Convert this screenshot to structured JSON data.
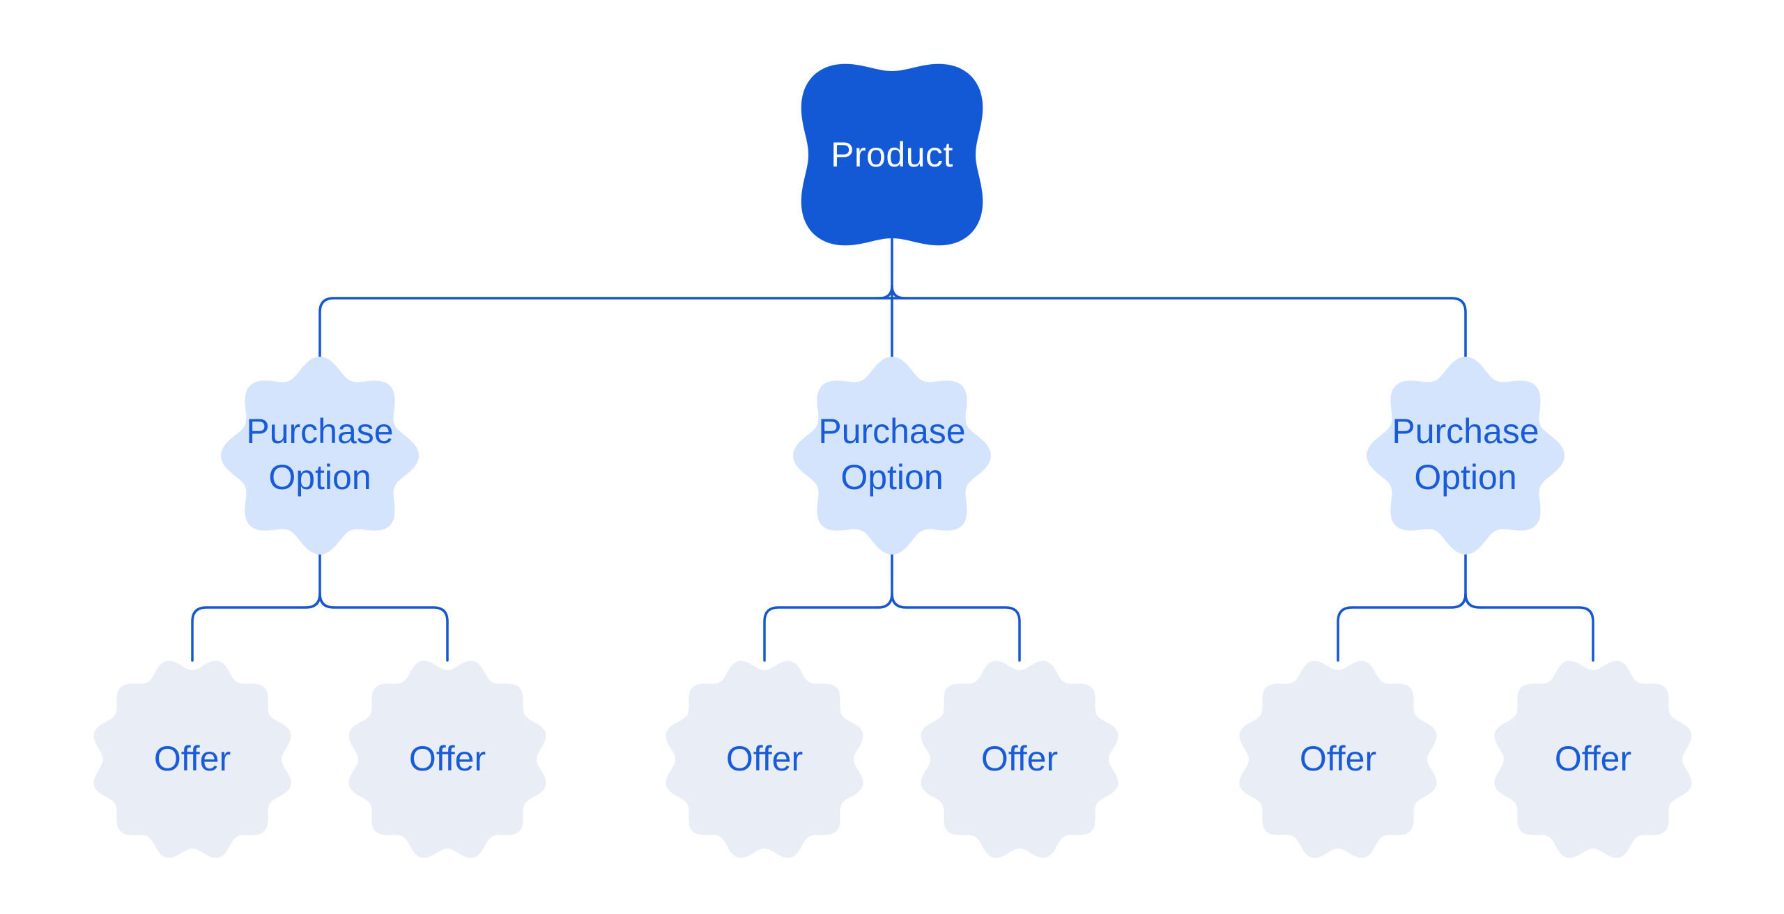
{
  "diagram": {
    "type": "tree",
    "root": {
      "label": "Product"
    },
    "purchase_options": [
      {
        "label": "Purchase Option",
        "offers": [
          {
            "label": "Offer"
          },
          {
            "label": "Offer"
          }
        ]
      },
      {
        "label": "Purchase Option",
        "offers": [
          {
            "label": "Offer"
          },
          {
            "label": "Offer"
          }
        ]
      },
      {
        "label": "Purchase Option",
        "offers": [
          {
            "label": "Offer"
          },
          {
            "label": "Offer"
          }
        ]
      }
    ],
    "colors": {
      "background": "#ffffff",
      "root_fill": "#1358d4",
      "root_text": "#ffffff",
      "option_fill": "#d4e4fc",
      "offer_fill": "#e9edf6",
      "label_text": "#1a5cd8",
      "connector": "#1757ce"
    }
  }
}
